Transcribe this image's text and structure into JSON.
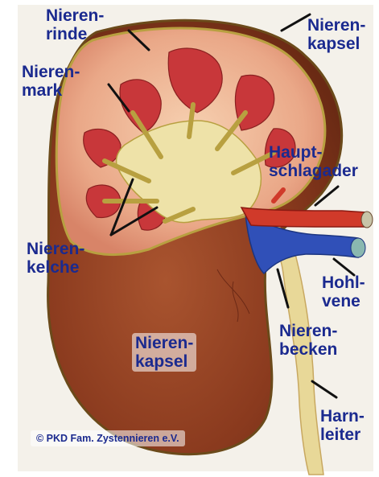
{
  "labels": {
    "nierenrinde": "Nieren-\nrinde",
    "nierenkapsel_top": "Nieren-\nkapsel",
    "nierenmark": "Nieren-\nmark",
    "hauptschlagader": "Haupt-\nschlagader",
    "nierenkelche": "Nieren-\nkelche",
    "hohlvene": "Hohl-\nvene",
    "nierenbecken": "Nieren-\nbecken",
    "nierenkapsel_bottom": "Nieren-\nkapsel",
    "harnleiter": "Harn-\nleiter"
  },
  "copyright": "© PKD Fam. Zystennieren e.V.",
  "colors": {
    "label": "#1b2a8f",
    "cortex": "#e8a080",
    "capsule": "#8a3a1e",
    "artery": "#d03a2a",
    "vein": "#3050b8",
    "pelvis": "#e8d898"
  }
}
